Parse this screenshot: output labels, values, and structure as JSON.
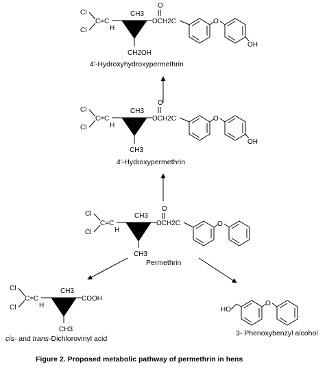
{
  "atoms": {
    "cl": "Cl",
    "c": "C",
    "ceq": "C=C",
    "h": "H",
    "ch3": "CH3",
    "ch2oh": "CH2OH",
    "o": "O",
    "och2c": "OCH2C",
    "oh": "OH",
    "cooh": "COOH",
    "ho": "HO"
  },
  "compounds": {
    "hydroxyhydroxy": "4'-Hydroxyhydroxypermethrin",
    "hydroxy": "4'-Hydroxypermethrin",
    "permethrin": "Permethrin",
    "acid_cis": "cis-",
    "acid_and": " and ",
    "acid_trans": "trans",
    "acid_rest": "-Dichlorovinyl acid",
    "alcohol": "3- Phenoxybenzyl alcohol"
  },
  "caption": "Figure 2.  Proposed metabolic pathway of permethrin in hens"
}
